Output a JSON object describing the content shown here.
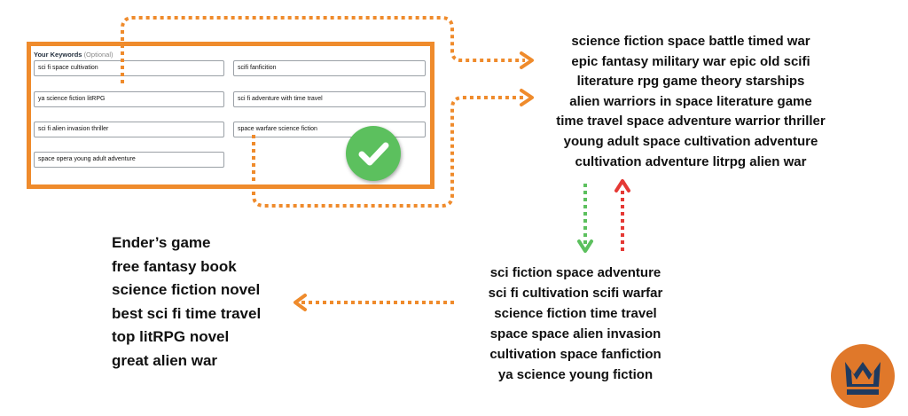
{
  "keyword_form": {
    "heading": "Your Keywords",
    "heading_note": "(Optional)",
    "inputs": [
      "sci fi space cultivation",
      "scifi fanficition",
      "ya science fiction litRPG",
      "sci fi adventure with time travel",
      "sci fi alien invasion thriller",
      "space warfare science fiction",
      "space opera young adult adventure"
    ]
  },
  "keyword_cloud_top": [
    "science fiction space battle  timed war",
    "epic fantasy military war  epic old scifi",
    "literature rpg game theory   starships",
    "alien warriors in space literature game",
    "time travel space adventure warrior thriller",
    "young adult space cultivation  adventure",
    "cultivation adventure litrpg   alien war"
  ],
  "keyword_cloud_bottom": [
    "sci fiction  space adventure",
    "sci fi cultivation  scifi warfar",
    "science fiction   time travel",
    "space space   alien invasion",
    "cultivation space  fanfiction",
    "ya science     young fiction"
  ],
  "search_phrases": [
    "Ender’s game",
    "free fantasy book",
    "science fiction novel",
    "best sci fi time travel",
    "top litRPG novel",
    "great alien war"
  ],
  "colors": {
    "orange": "#ef8b2c",
    "green": "#5cc05e",
    "red": "#e53935",
    "logo_bg": "#e0782a",
    "logo_dark": "#1f3a5f"
  },
  "icons": {
    "check": "checkmark-icon",
    "logo": "crown-logo-icon"
  }
}
